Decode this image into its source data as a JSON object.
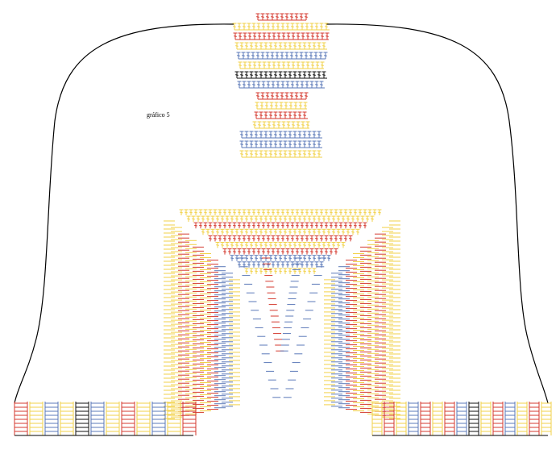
{
  "diagram": {
    "label": "gráfico 5",
    "colors": {
      "yellow": "#f2d24a",
      "red": "#d43a2f",
      "blue": "#5b79b8",
      "black": "#111111",
      "outline": "#000000"
    },
    "neck_rows": [
      "red",
      "yellow",
      "red",
      "yellow",
      "blue",
      "yellow",
      "black",
      "blue",
      "red",
      "yellow",
      "red",
      "yellow",
      "blue",
      "blue",
      "yellow"
    ],
    "yoke_rows": [
      "yellow",
      "yellow",
      "red",
      "yellow",
      "red",
      "yellow",
      "red",
      "blue",
      "blue",
      "yellow"
    ],
    "band_columns_left": [
      "red",
      "yellow",
      "blue",
      "yellow",
      "black",
      "blue",
      "yellow",
      "red",
      "yellow",
      "blue",
      "yellow",
      "red"
    ],
    "band_columns_right": [
      "yellow",
      "red",
      "yellow",
      "blue",
      "red",
      "yellow",
      "red",
      "blue",
      "black",
      "yellow",
      "red",
      "blue",
      "yellow",
      "red",
      "yellow"
    ]
  }
}
